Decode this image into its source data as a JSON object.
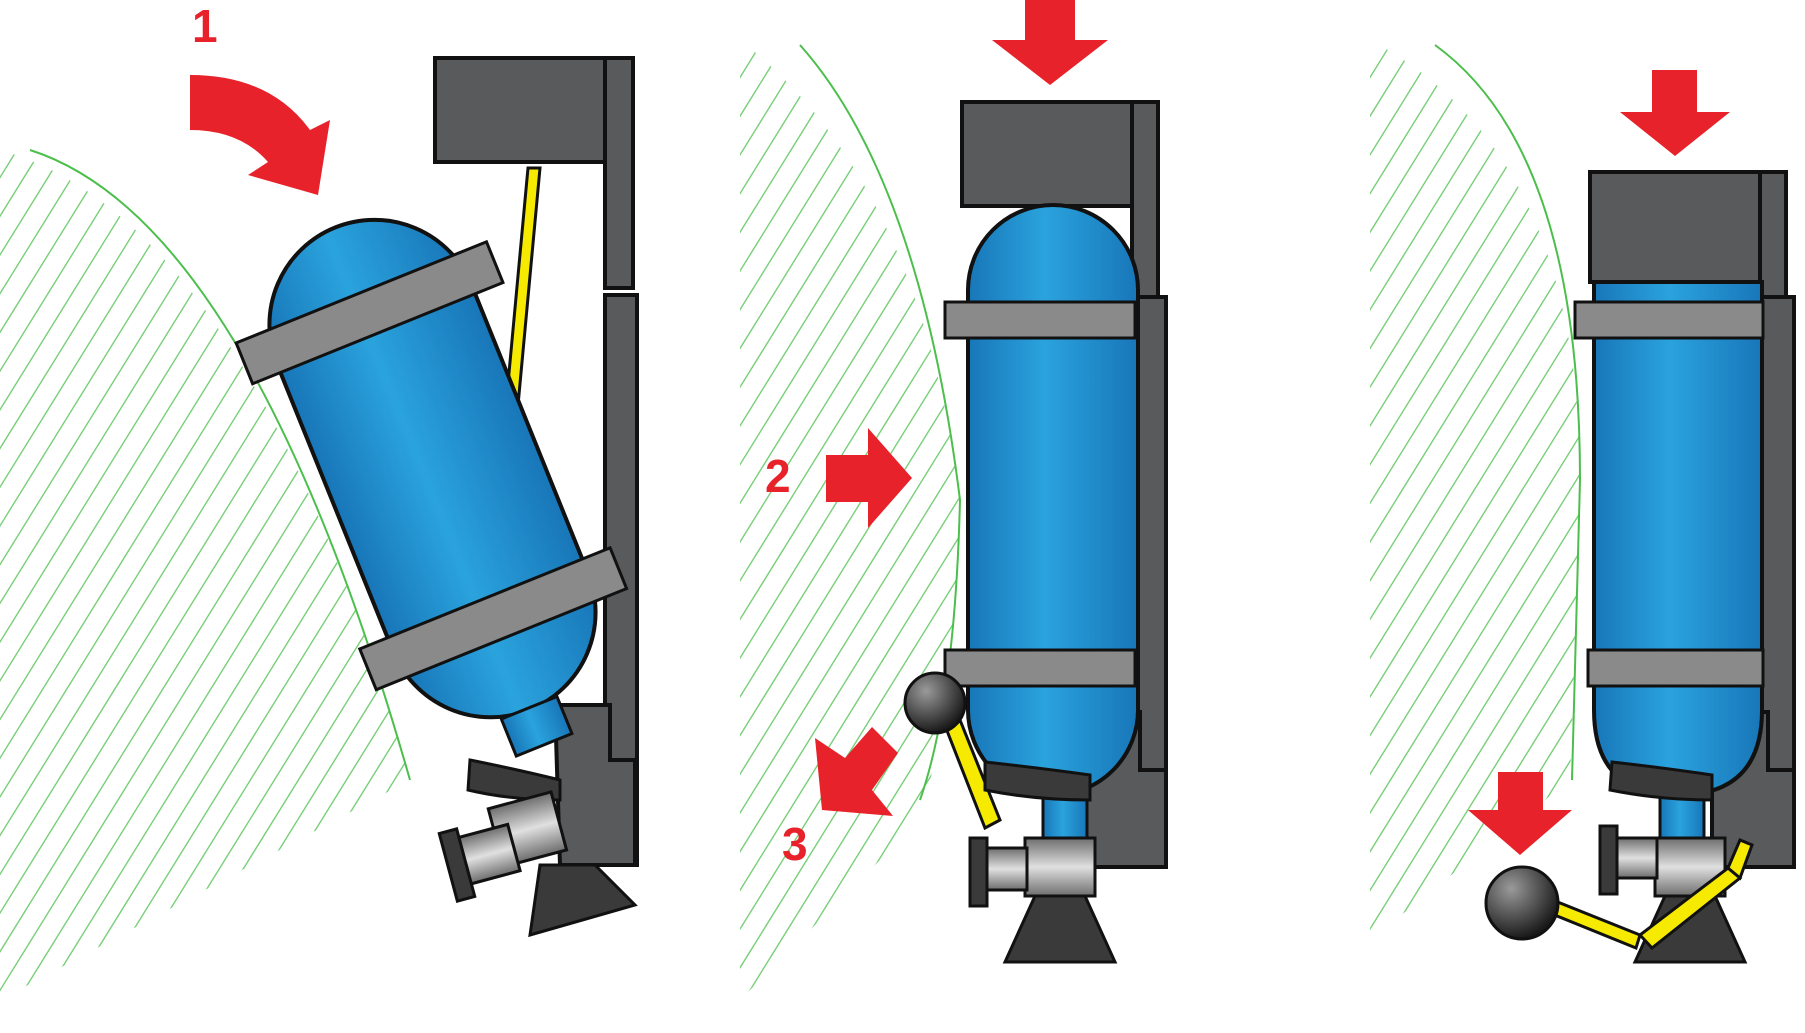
{
  "steps": [
    {
      "label": "1"
    },
    {
      "label": "2"
    },
    {
      "label": "3"
    }
  ],
  "colors": {
    "cylinder": "#2aa3dd",
    "cylinder_dark": "#1876b8",
    "outline": "#111111",
    "strap": "#8a8a8a",
    "bracket": "#595a5c",
    "arrow": "#e8222a",
    "hatch": "#4bbf4b",
    "rod": "#f5ea00",
    "valve": "#b8b8b8"
  }
}
